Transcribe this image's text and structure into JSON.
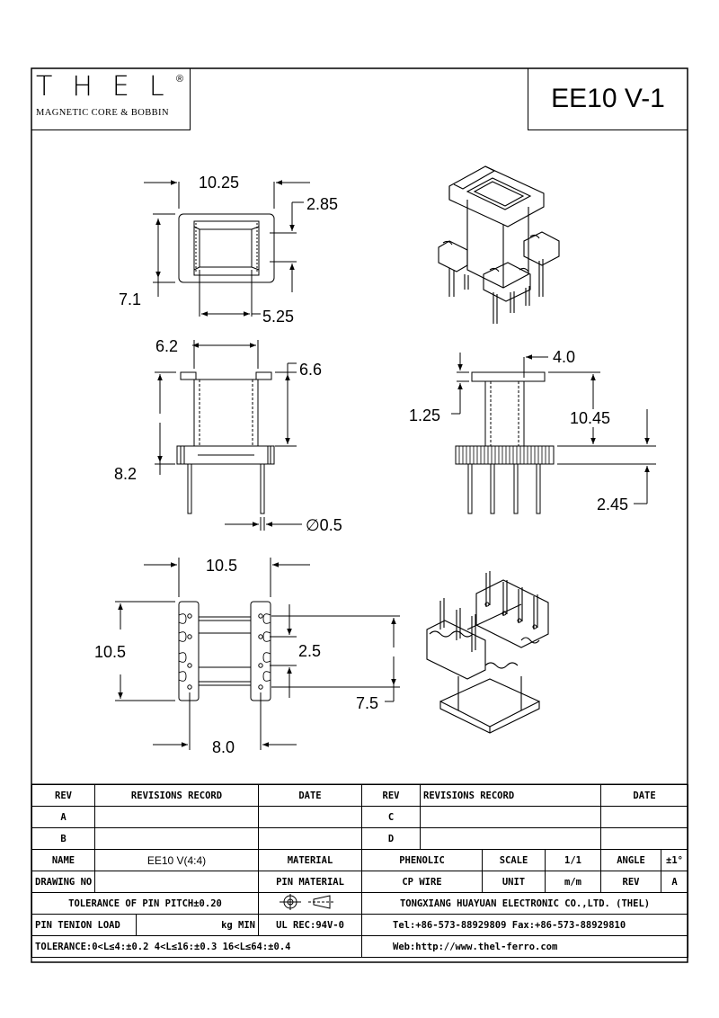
{
  "header": {
    "logo_text": "THEL",
    "logo_registered": "®",
    "logo_subtitle": "MAGNETIC CORE & BOBBIN",
    "part_number": "EE10 V-1"
  },
  "dimensions": {
    "top_width": "10.25",
    "top_window": "2.85",
    "top_height": "7.1",
    "top_inner": "5.25",
    "front_flange": "6.2",
    "front_upper": "6.6",
    "front_total": "8.2",
    "pin_diameter": "∅0.5",
    "side_flange": "4.0",
    "side_flange_thick": "1.25",
    "side_height": "10.45",
    "side_pin": "2.45",
    "bottom_width": "10.5",
    "bottom_height": "10.5",
    "bottom_pitch": "2.5",
    "bottom_span": "7.5",
    "bottom_rows": "8.0"
  },
  "title_block": {
    "rev": "REV",
    "revisions_record": "REVISIONS RECORD",
    "date": "DATE",
    "rev_a": "A",
    "rev_b": "B",
    "rev_c": "C",
    "rev_d": "D",
    "name_label": "NAME",
    "name_value": "EE10 V(4:4)",
    "material_label": "MATERIAL",
    "material_value": "PHENOLIC",
    "scale_label": "SCALE",
    "scale_value": "1/1",
    "angle_label": "ANGLE",
    "angle_value": "±1°",
    "drawing_no_label": "DRAWING NO",
    "pin_material_label": "PIN MATERIAL",
    "pin_material_value": "CP WIRE",
    "unit_label": "UNIT",
    "unit_value": "m/m",
    "rev_label": "REV",
    "rev_value": "A",
    "tolerance_pitch": "TOLERANCE OF PIN PITCH±0.20",
    "company": "TONGXIANG HUAYUAN ELECTRONIC CO.,LTD.  (THEL)",
    "pin_tension": "PIN TENION LOAD",
    "kg_min": "kg MIN",
    "ul_rec": "UL REC:94V-0",
    "tel_fax": "Tel:+86-573-88929809 Fax:+86-573-88929810",
    "tolerance": "TOLERANCE:0<L≤4:±0.2  4<L≤16:±0.3  16<L≤64:±0.4",
    "web": "Web:http://www.thel-ferro.com"
  }
}
